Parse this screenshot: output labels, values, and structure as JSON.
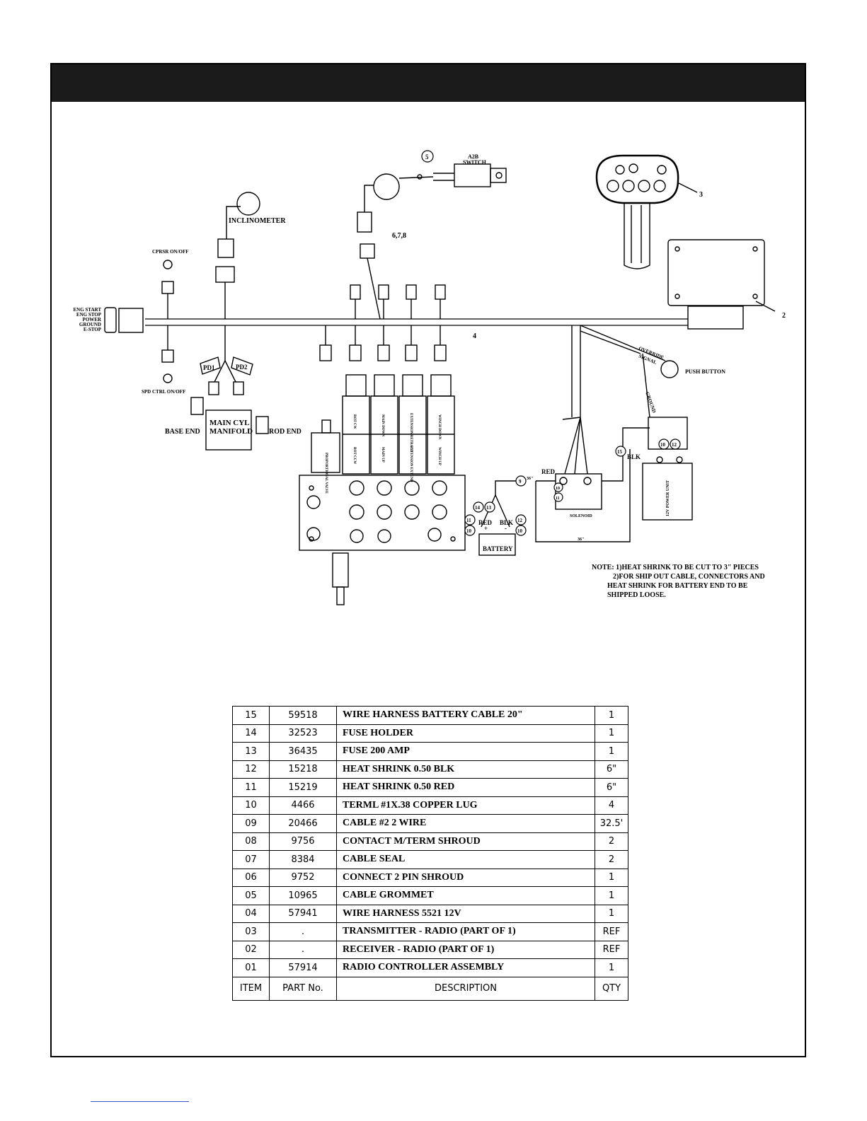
{
  "diagram": {
    "labels": {
      "inclinometer": "INCLINOMETER",
      "a2b": "A2B",
      "switch": "SWITCH",
      "cpress": "CPRSR ON/OFF",
      "spd": "SPD CTRL ON/OFF",
      "eng_start": "ENG START",
      "eng_stop": "ENG STOP",
      "power": "POWER",
      "ground": "GROUND",
      "estop": "E-STOP",
      "pd1": "PD1",
      "pd2": "PD2",
      "main_cyl": "MAIN CYL",
      "manifold": "MANIFOLD",
      "base_end": "BASE END",
      "rod_end": "ROD END",
      "override": "OVERRIDE",
      "signal": "SIGNAL",
      "ground_w": "GROUND",
      "push_button": "PUSH BUTTON",
      "red": "RED",
      "blk": "BLK",
      "battery": "BATTERY",
      "solenoid": "SOLENOID",
      "power_unit": "12V POWER UNIT",
      "len_short": "36\"",
      "len_long": "36\"",
      "prop_valve": "PROPORTIONAL VALVE",
      "valve_labels": [
        "ROT CW",
        "MAIN DOWN",
        "EXTENSION RETRACT",
        "WINCH DOWN",
        "ROT CCW",
        "MAIN UP",
        "EXTENSION EXTEND",
        "WINCH UP"
      ],
      "callouts": [
        "5",
        "6,7,8",
        "3",
        "2",
        "4",
        "15",
        "9",
        "10",
        "11",
        "12",
        "13",
        "14",
        "10",
        "12",
        "11",
        "10",
        "10"
      ],
      "plus": "+",
      "minus": "-"
    },
    "note": [
      "NOTE:  1)HEAT SHRINK TO BE CUT TO 3\" PIECES",
      "2)FOR SHIP OUT CABLE, CONNECTORS AND",
      "HEAT SHRINK FOR BATTERY END TO BE",
      "SHIPPED LOOSE."
    ]
  },
  "bom": {
    "rows": [
      {
        "item": "15",
        "part": "59518",
        "desc": "WIRE HARNESS BATTERY CABLE 20\"",
        "qty": "1"
      },
      {
        "item": "14",
        "part": "32523",
        "desc": "FUSE HOLDER",
        "qty": "1"
      },
      {
        "item": "13",
        "part": "36435",
        "desc": "FUSE 200 AMP",
        "qty": "1"
      },
      {
        "item": "12",
        "part": "15218",
        "desc": "HEAT SHRINK 0.50 BLK",
        "qty": "6\""
      },
      {
        "item": "11",
        "part": "15219",
        "desc": "HEAT SHRINK 0.50 RED",
        "qty": "6\""
      },
      {
        "item": "10",
        "part": "4466",
        "desc": "TERML #1X.38  COPPER LUG",
        "qty": "4"
      },
      {
        "item": "09",
        "part": "20466",
        "desc": "CABLE #2 2 WIRE",
        "qty": "32.5'"
      },
      {
        "item": "08",
        "part": "9756",
        "desc": "CONTACT M/TERM SHROUD",
        "qty": "2"
      },
      {
        "item": "07",
        "part": "8384",
        "desc": "CABLE SEAL",
        "qty": "2"
      },
      {
        "item": "06",
        "part": "9752",
        "desc": "CONNECT 2 PIN SHROUD",
        "qty": "1"
      },
      {
        "item": "05",
        "part": "10965",
        "desc": "CABLE GROMMET",
        "qty": "1"
      },
      {
        "item": "04",
        "part": "57941",
        "desc": "WIRE HARNESS 5521 12V",
        "qty": "1"
      },
      {
        "item": "03",
        "part": ".",
        "desc": "TRANSMITTER - RADIO (PART OF 1)",
        "qty": "REF"
      },
      {
        "item": "02",
        "part": ".",
        "desc": "RECEIVER - RADIO (PART OF 1)",
        "qty": "REF"
      },
      {
        "item": "01",
        "part": "57914",
        "desc": "RADIO CONTROLLER ASSEMBLY",
        "qty": "1"
      }
    ],
    "header": {
      "item": "ITEM",
      "part": "PART No.",
      "desc": "DESCRIPTION",
      "qty": "QTY"
    }
  }
}
